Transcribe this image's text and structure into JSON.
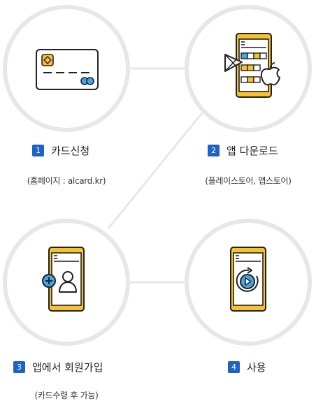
{
  "steps": [
    {
      "number": "1",
      "title": "카드신청",
      "subtitle": "(홈페이지 : alcard.kr)"
    },
    {
      "number": "2",
      "title": "앱 다운로드",
      "subtitle": "(플레이스토어, 앱스토어)"
    },
    {
      "number": "3",
      "title": "앱에서 회원가입",
      "subtitle": "(카드수령 후 가능)"
    },
    {
      "number": "4",
      "title": "사용",
      "subtitle": ""
    }
  ],
  "colors": {
    "accent_yellow": "#f7c22b",
    "badge_blue": "#1f62c5",
    "circle_border": "#e7e7e7",
    "icon_blue": "#41a5e9",
    "outline": "#222222"
  },
  "icons": [
    "credit-card-icon",
    "app-store-phone-icon",
    "add-user-phone-icon",
    "play-phone-icon"
  ]
}
